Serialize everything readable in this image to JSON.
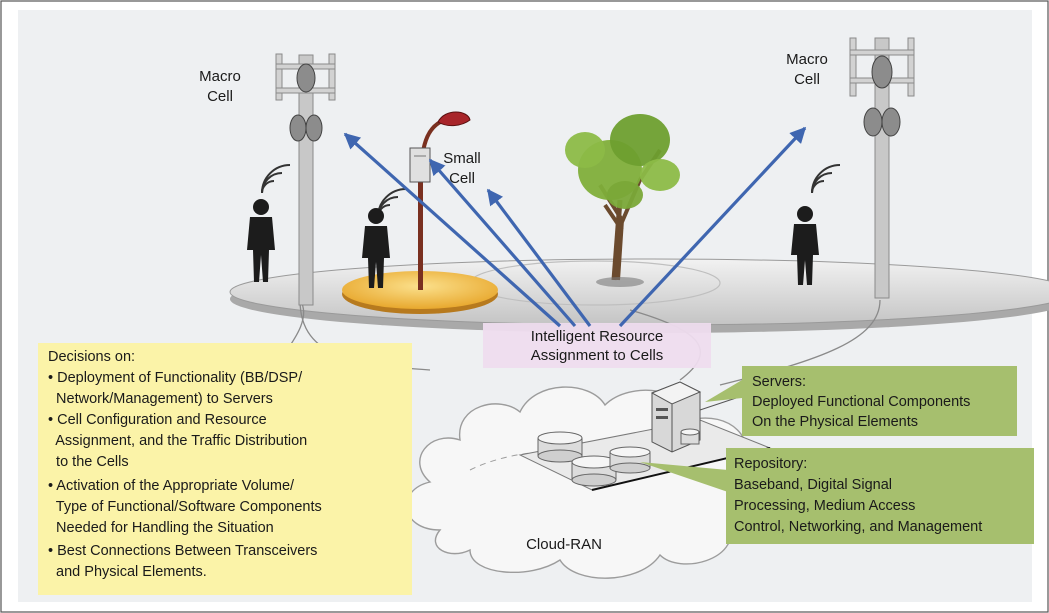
{
  "labels": {
    "macro_left": [
      "Macro",
      "Cell"
    ],
    "macro_right": [
      "Macro",
      "Cell"
    ],
    "small_cell": [
      "Small",
      "Cell"
    ],
    "intelligent": [
      "Intelligent Resource",
      "Assignment to Cells"
    ],
    "cloud_ran": "Cloud-RAN"
  },
  "decisions_box": {
    "lines": [
      "Decisions on:",
      "• Deployment of Functionality (BB/DSP/",
      "  Network/Management) to Servers",
      "• Cell Configuration and Resource",
      "  Assignment, and the Traffic Distribution",
      "  to the Cells",
      "• Activation of the Appropriate Volume/",
      "  Type of Functional/Software Components",
      "  Needed for Handling the Situation",
      "• Best Connections Between Transceivers",
      "  and Physical Elements."
    ]
  },
  "servers_box": {
    "lines": [
      "Servers:",
      "Deployed Functional Components",
      "On the Physical Elements"
    ]
  },
  "repository_box": {
    "lines": [
      "Repository:",
      "Baseband, Digital Signal",
      "Processing, Medium Access",
      "Control, Networking, and Management"
    ]
  },
  "colors": {
    "arrow": "#3f66b0",
    "yellow_box": "#fbf3a8",
    "green_box": "#a6bf6e",
    "pink_box": "#eedcee",
    "small_cell_disk": "#f2c24c"
  }
}
